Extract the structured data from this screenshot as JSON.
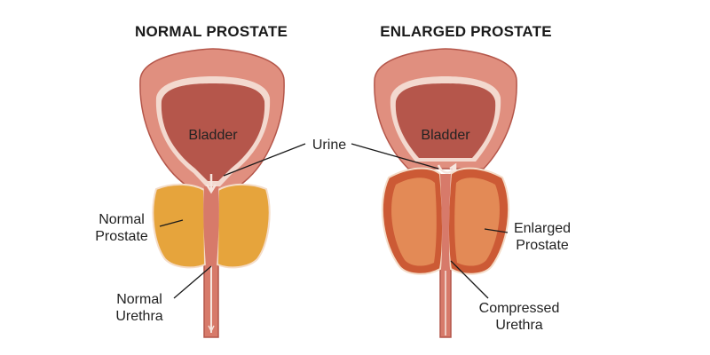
{
  "titles": {
    "left": "NORMAL PROSTATE",
    "right": "ENLARGED PROSTATE"
  },
  "labels": {
    "bladder_left": "Bladder",
    "bladder_right": "Bladder",
    "urine": "Urine",
    "normal_prostate": [
      "Normal",
      "Prostate"
    ],
    "normal_urethra": [
      "Normal",
      "Urethra"
    ],
    "enlarged_prostate": [
      "Enlarged",
      "Prostate"
    ],
    "compressed_urethra": [
      "Compressed",
      "Urethra"
    ]
  },
  "colors": {
    "bladder_outer": "#e08f7f",
    "bladder_inner": "#b5564b",
    "bladder_lining": "#f3d9cf",
    "normal_prostate": "#e6a43c",
    "enlarged_prostate": "#cc5a35",
    "enlarged_prostate_inner": "#e38a56",
    "urethra": "#d77a6a"
  }
}
